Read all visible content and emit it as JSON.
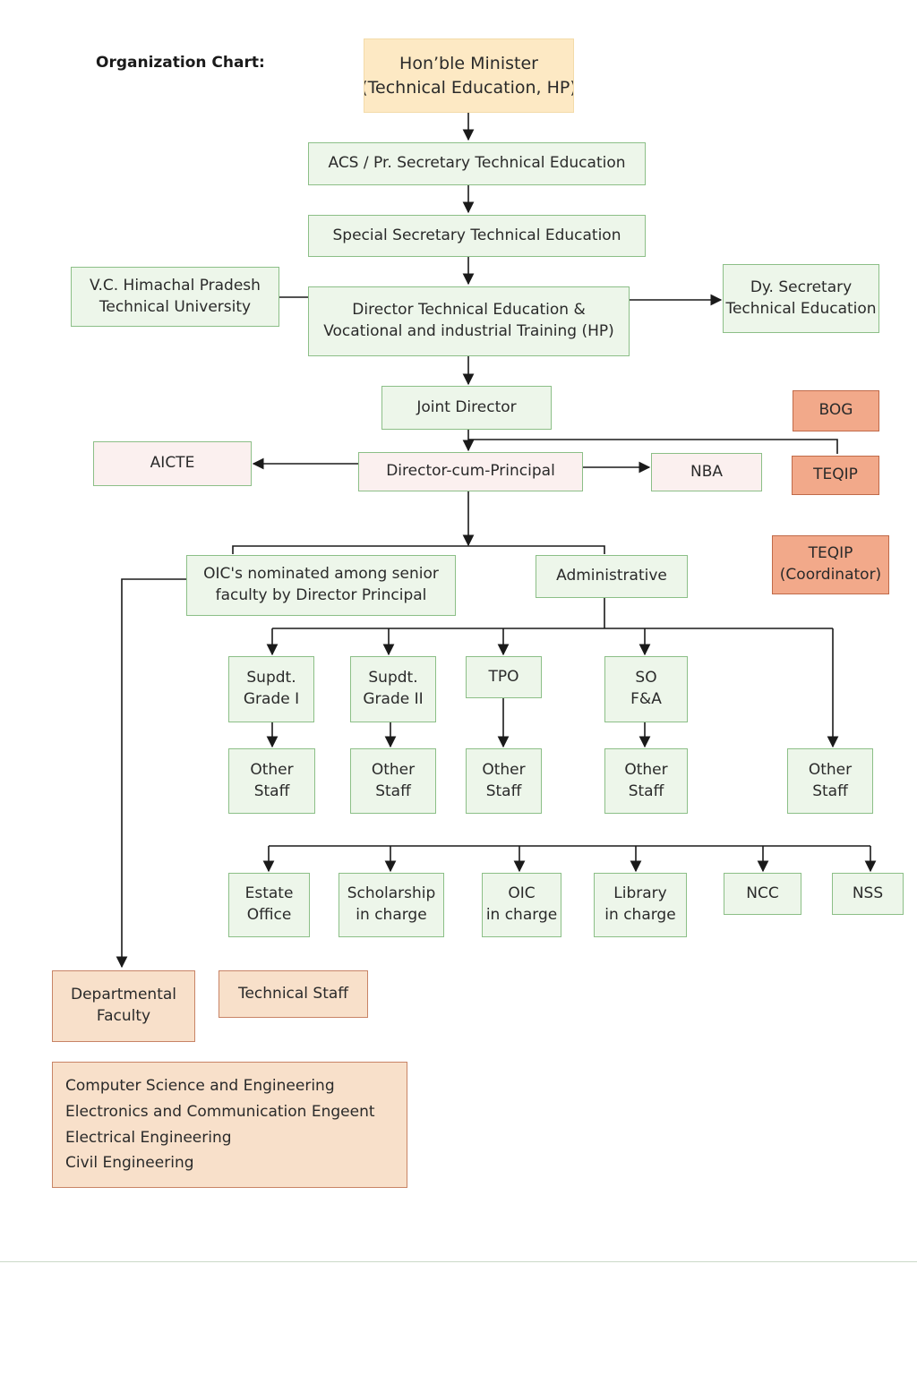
{
  "heading": "Organization Chart:",
  "nodes": {
    "minister": [
      "Hon’ble Minister",
      "(Technical Education, HP)"
    ],
    "acs": [
      "ACS / Pr. Secretary Technical Education"
    ],
    "special_secretary": [
      "Special Secretary Technical Education"
    ],
    "vc": [
      "V.C. Himachal Pradesh",
      "Technical University"
    ],
    "director_te": [
      "Director Technical Education &",
      "Vocational and industrial Training (HP)"
    ],
    "dy_secretary": [
      "Dy. Secretary",
      "Technical Education"
    ],
    "joint_director": [
      "Joint Director"
    ],
    "bog": [
      "BOG"
    ],
    "aicte": [
      "AICTE"
    ],
    "director_principal": [
      "Director-cum-Principal"
    ],
    "nba": [
      "NBA"
    ],
    "teqip": [
      "TEQIP"
    ],
    "teqip_coordinator": [
      "TEQIP",
      "(Coordinator)"
    ],
    "oics": [
      "OIC's nominated among senior",
      "faculty by Director Principal"
    ],
    "administrative": [
      "Administrative"
    ],
    "supdt_1": [
      "Supdt.",
      "Grade I"
    ],
    "supdt_2": [
      "Supdt.",
      "Grade II"
    ],
    "tpo": [
      "TPO"
    ],
    "so_fa": [
      "SO",
      "F&A"
    ],
    "staff_1": [
      "Other",
      "Staff"
    ],
    "staff_2": [
      "Other",
      "Staff"
    ],
    "staff_3": [
      "Other",
      "Staff"
    ],
    "staff_4": [
      "Other",
      "Staff"
    ],
    "staff_5": [
      "Other",
      "Staff"
    ],
    "estate_office": [
      "Estate",
      "Office"
    ],
    "scholarship": [
      "Scholarship",
      "in charge"
    ],
    "oic_in_charge": [
      "OIC",
      "in charge"
    ],
    "library": [
      "Library",
      "in charge"
    ],
    "ncc": [
      "NCC"
    ],
    "nss": [
      "NSS"
    ],
    "departmental_faculty": [
      "Departmental",
      "Faculty"
    ],
    "technical_staff": [
      "Technical Staff"
    ],
    "departments": [
      "Computer Science and Engineering",
      "Electronics and Communication Engeent",
      "Electrical Engineering",
      "Civil Engineering"
    ]
  },
  "colors": {
    "green_fill": "#edf6ea",
    "green_border": "#8cbf87",
    "minister_fill": "#fde9c4",
    "peach_fill": "#f8e0ca",
    "orange_fill": "#f2a98a",
    "line": "#1a1a1a"
  }
}
